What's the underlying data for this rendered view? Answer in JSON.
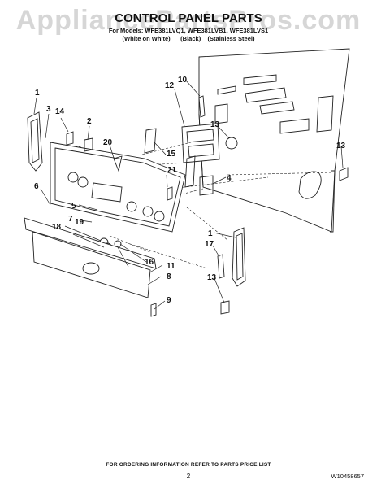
{
  "watermark": "AppliancePartsPros.com",
  "header": {
    "title": "CONTROL PANEL PARTS",
    "models": "For Models: WFE381LVQ1, WFE381LVB1, WFE381LVS1",
    "variants": "(White on White)      (Black)    (Stainless Steel)"
  },
  "callouts": [
    "1",
    "2",
    "3",
    "4",
    "5",
    "6",
    "7",
    "8",
    "9",
    "10",
    "11",
    "12",
    "13",
    "13",
    "13",
    "14",
    "15",
    "16",
    "17",
    "18",
    "19",
    "20",
    "21",
    "1"
  ],
  "footer": {
    "ordering_note": "FOR ORDERING INFORMATION REFER TO PARTS PRICE LIST",
    "page_number": "2",
    "document_number": "W10458657"
  }
}
